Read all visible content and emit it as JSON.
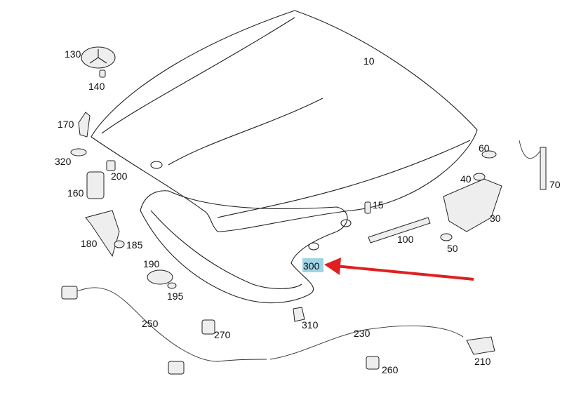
{
  "diagram": {
    "labels": {
      "p10": "10",
      "p130": "130",
      "p140": "140",
      "p170": "170",
      "p320": "320",
      "p200": "200",
      "p160": "160",
      "p180": "180",
      "p185": "185",
      "p190": "190",
      "p195": "195",
      "p250": "250",
      "p270": "270",
      "p310": "310",
      "p230": "230",
      "p260": "260",
      "p210": "210",
      "p300": "300",
      "p15": "15",
      "p100": "100",
      "p40": "40",
      "p60": "60",
      "p70": "70",
      "p30": "30",
      "p50": "50"
    },
    "highlight": {
      "part": "300",
      "background": "#9fd3e6",
      "arrow_color": "#e02020"
    }
  }
}
